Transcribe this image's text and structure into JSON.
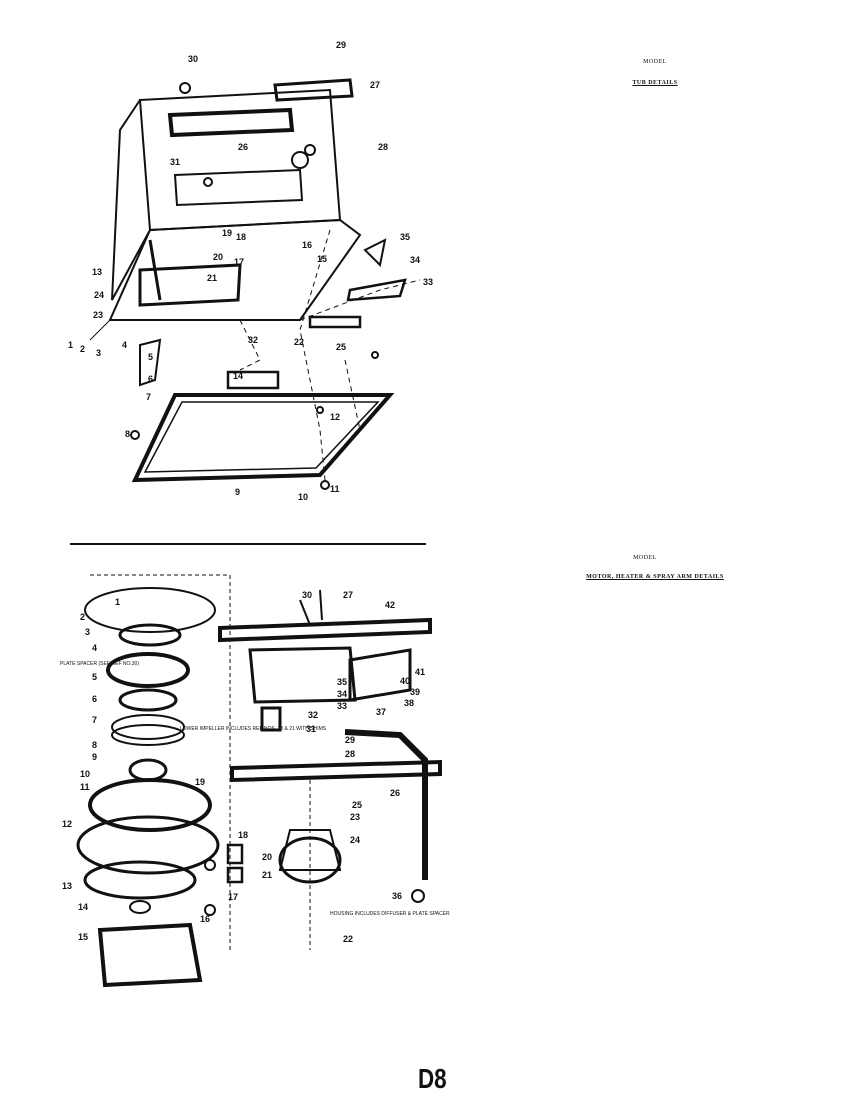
{
  "captions": {
    "tub_model": "MODEL ",
    "tub_title": "TUB DETAILS",
    "motor_model": "MODEL ",
    "motor_title": "MOTOR, HEATER & SPRAY ARM DETAILS"
  },
  "page_id": "D8",
  "callouts": {
    "plate_spacer": "PLATE SPACER (SEE REF NO.30)",
    "lower_impeller": "LOWER IMPELLER INCLUDES REF NOS. 18 & 21 WITH SHIMS",
    "housing": "HOUSING INCLUDES DIFFUSER & PLATE SPACER"
  },
  "tub_labels": [
    "1",
    "2",
    "3",
    "4",
    "5",
    "6",
    "7",
    "8",
    "9",
    "10",
    "11",
    "12",
    "13",
    "14",
    "15",
    "16",
    "17",
    "18",
    "19",
    "20",
    "21",
    "22",
    "23",
    "24",
    "25",
    "26",
    "27",
    "28",
    "29",
    "30",
    "31",
    "32",
    "33",
    "34",
    "35"
  ],
  "motor_labels": [
    "1",
    "2",
    "3",
    "4",
    "5",
    "6",
    "7",
    "8",
    "9",
    "10",
    "11",
    "12",
    "13",
    "14",
    "15",
    "16",
    "17",
    "18",
    "19",
    "20",
    "21",
    "22",
    "23",
    "24",
    "25",
    "26",
    "27",
    "28",
    "29",
    "30",
    "31",
    "32",
    "33",
    "34",
    "35",
    "36",
    "37",
    "38",
    "39",
    "40",
    "41",
    "42"
  ]
}
